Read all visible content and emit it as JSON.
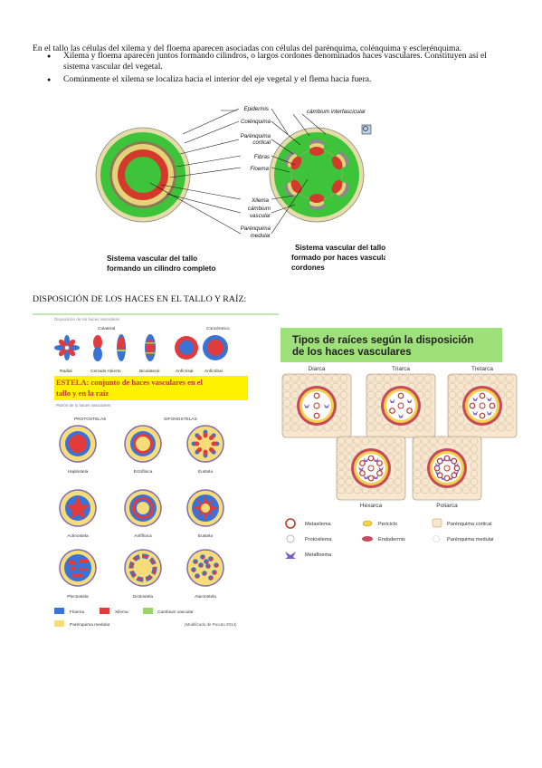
{
  "intro": "En el tallo las células del xilema y del floema aparecen asociadas con células del parénquima, colénquima y esclerénquima.",
  "bullets": [
    "Xilema y floema aparecen juntos formando cilindros, o largos cordones denominados haces vasculares. Constituyen así el sistema vascular del vegetal.",
    "Comúnmente el xilema se localiza hacia el interior del eje vegetal y el flema hacia fuera."
  ],
  "fig1": {
    "labels": {
      "epidermis": "Epidermis",
      "colenquima": "Colénquima",
      "parenq_cortical_1": "Parénquima",
      "parenq_cortical_2": "cortical",
      "fibras": "Fibras",
      "floema": "Floema",
      "xilema": "Xilema",
      "cambium_1": "cámbium",
      "cambium_2": "vascular",
      "parenq_medular_1": "Parénquima",
      "parenq_medular_2": "medular",
      "cambium_interfascicular": "cámbium interfascicular"
    },
    "caption_left_1": "Sistema vascular del tallo",
    "caption_left_2": "formando un cilindro completo",
    "caption_right_1": "Sistema vascular del tallo",
    "caption_right_2": "formado por haces vasculares en",
    "caption_right_3": "cordones"
  },
  "heading": "DISPOSICIÓN DE LOS HACES EN EL TALLO Y RAÍZ:",
  "fig2": {
    "top_caption": "Disposición de los haces vasculares",
    "colateral": "Colateral",
    "concentrico": "Concéntrico",
    "types": [
      "Radial",
      "Cerrado Abierto",
      "Bicolateral",
      "Anficrisal",
      "Anficribal"
    ],
    "estela_1": "ESTELA: conjunto de haces vasculares en el",
    "estela_2": "tallo y en la raíz",
    "patron": "Patrón de lo haces vasculares",
    "protostelas": "PROTOSTELAS",
    "sifonostelas": "SIFONOSTELAS",
    "row1": [
      "Haplostela",
      "Ectofloica",
      "Eustela"
    ],
    "row2": [
      "Actinostela",
      "Anfifloica",
      "Eustela"
    ],
    "row3": [
      "Plectostela",
      "Dictiostela",
      "Atactostela"
    ],
    "legend_floema": "Floema",
    "legend_xilema": "Xilema",
    "legend_cambium": "Cambium vascular",
    "legend_parenq": "Parénquima medular",
    "credit": "(Modificado de Pucuto 2014)",
    "colors": {
      "floema": "#3a73d6",
      "xilema": "#e23b3b",
      "cambium": "#9bd46a",
      "parenq": "#f6dd7a"
    }
  },
  "fig3": {
    "title_1": "Tipos de raíces según la disposición",
    "title_2": "de los haces vasculares",
    "types_top": [
      "Diarca",
      "Triarca",
      "Tretarca"
    ],
    "types_bottom": [
      "Hexarca",
      "Poliarca"
    ],
    "legend": [
      "Metaxilema",
      "Periciclo",
      "Parénquima cortical",
      "Protoxilema",
      "Endodermis",
      "Parénquima medular",
      "Metafloema"
    ]
  }
}
